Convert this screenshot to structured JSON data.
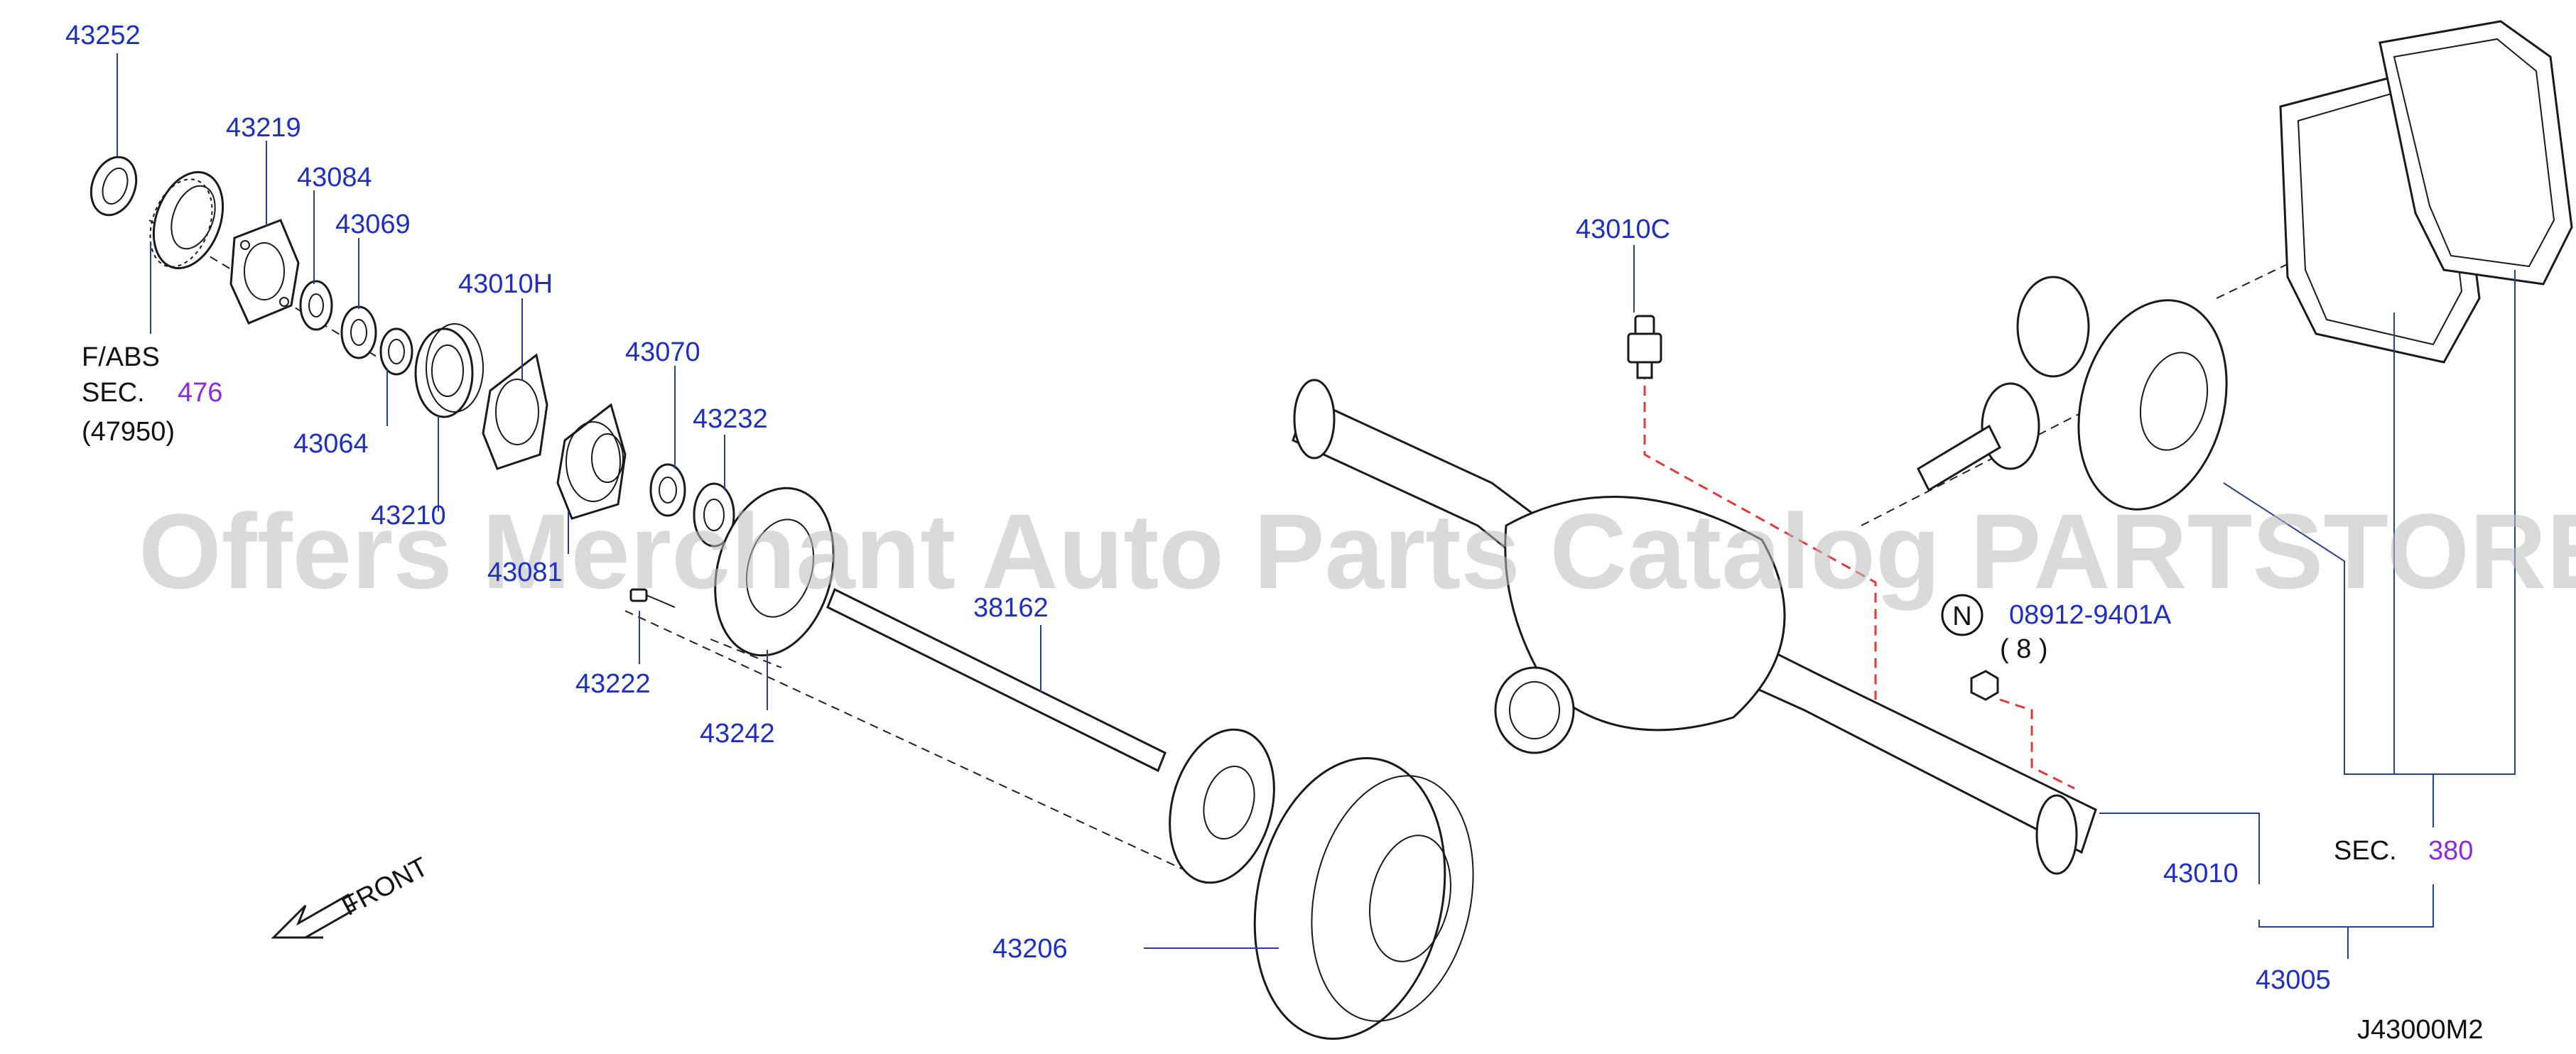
{
  "colors": {
    "part_number": "#1f2fbf",
    "section_ref": "#8a2be2",
    "text": "#111111",
    "leader": "#2a3f8f",
    "guide_red": "#e23a3a",
    "watermark": "#bdbdbd"
  },
  "watermark": "Offers Merchant Auto Parts Catalog PARTSTORE.SA",
  "diagram_code": "J43000M2",
  "front_label": "FRONT",
  "parts": {
    "p43252": "43252",
    "p43219": "43219",
    "p43084": "43084",
    "p43069": "43069",
    "p43010H": "43010H",
    "p43070": "43070",
    "p43232": "43232",
    "p43064": "43064",
    "p43210": "43210",
    "p43081": "43081",
    "p43222": "43222",
    "p43242": "43242",
    "p38162": "38162",
    "p43206": "43206",
    "p43010C": "43010C",
    "p08912": "08912-9401A",
    "p08912_qty": "( 8 )",
    "p08912_badge": "N",
    "p43010": "43010",
    "p43005": "43005"
  },
  "abs_ref": {
    "line1": "F/ABS",
    "sec_label": "SEC.",
    "sec_number": "476",
    "line3": "(47950)"
  },
  "diff_ref": {
    "sec_label": "SEC.",
    "sec_number": "380"
  }
}
